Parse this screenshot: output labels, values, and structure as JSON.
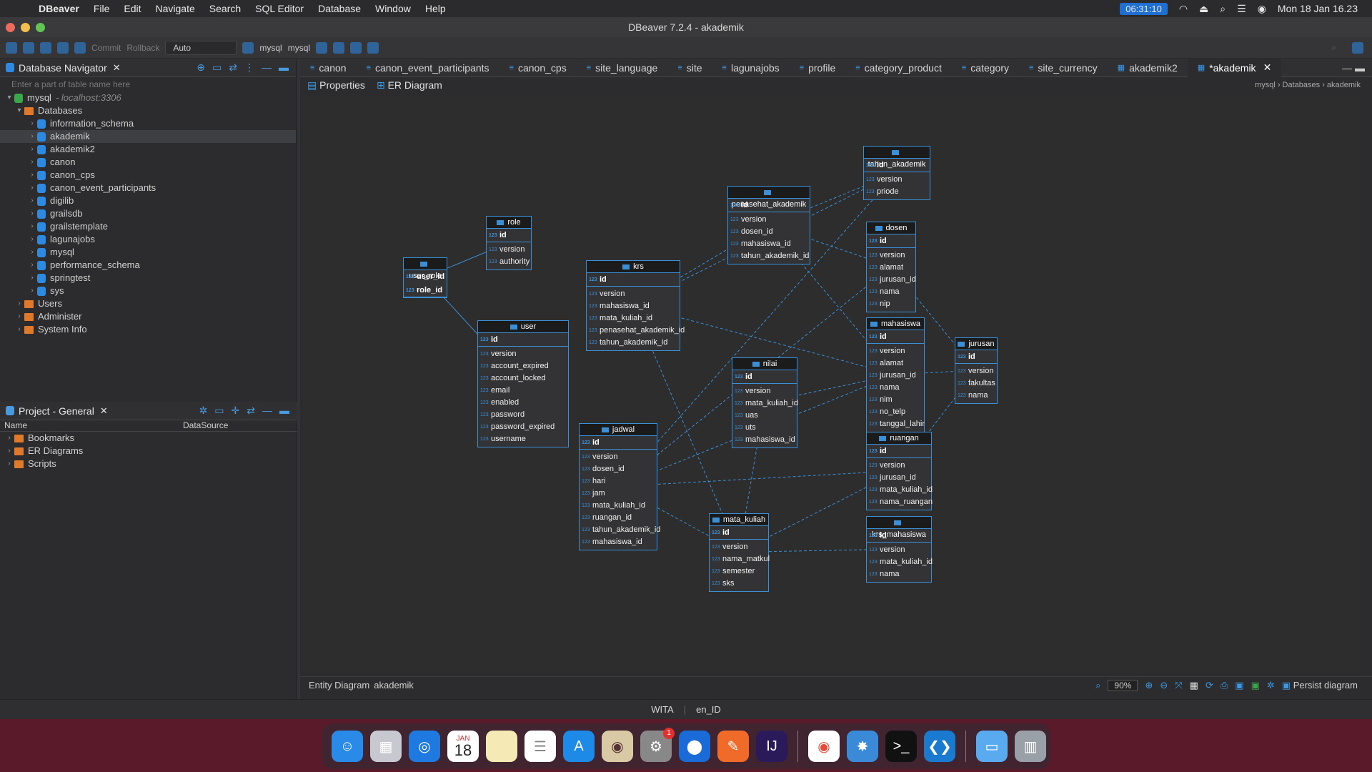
{
  "menubar": {
    "app_name": "DBeaver",
    "items": [
      "File",
      "Edit",
      "Navigate",
      "Search",
      "SQL Editor",
      "Database",
      "Window",
      "Help"
    ],
    "clock_box": "06:31:10",
    "datetime": "Mon 18 Jan  16.23"
  },
  "window": {
    "title": "DBeaver 7.2.4 - akademik"
  },
  "toolbar": {
    "commit": "Commit",
    "rollback": "Rollback",
    "mode": "Auto",
    "ds1": "mysql",
    "ds2": "mysql"
  },
  "navigator": {
    "title": "Database Navigator",
    "filter_placeholder": "Enter a part of table name here",
    "root": "mysql",
    "root_host": "- localhost:3306",
    "databases_label": "Databases",
    "databases": [
      "information_schema",
      "akademik",
      "akademik2",
      "canon",
      "canon_cps",
      "canon_event_participants",
      "digilib",
      "grailsdb",
      "grailstemplate",
      "lagunajobs",
      "mysql",
      "performance_schema",
      "springtest",
      "sys"
    ],
    "other_folders": [
      "Users",
      "Administer",
      "System Info"
    ]
  },
  "project": {
    "title": "Project - General",
    "col_name": "Name",
    "col_datasource": "DataSource",
    "items": [
      "Bookmarks",
      "ER Diagrams",
      "Scripts"
    ]
  },
  "editor": {
    "tabs": [
      "canon",
      "canon_event_participants",
      "canon_cps",
      "site_language",
      "site",
      "lagunajobs",
      "profile",
      "category_product",
      "category",
      "site_currency",
      "akademik2",
      "*akademik"
    ],
    "subtabs": [
      "Properties",
      "ER Diagram"
    ],
    "breadcrumb": "mysql › Databases › akademik",
    "status_left": "Entity Diagram",
    "status_db": "akademik",
    "zoom": "90%",
    "persist": "Persist diagram"
  },
  "entities": {
    "user_role": {
      "title": "user_role",
      "pk": [
        "user_id",
        "role_id"
      ],
      "cols": []
    },
    "role": {
      "title": "role",
      "pk": [
        "id"
      ],
      "cols": [
        "version",
        "authority"
      ]
    },
    "user": {
      "title": "user",
      "pk": [
        "id"
      ],
      "cols": [
        "version",
        "account_expired",
        "account_locked",
        "email",
        "enabled",
        "password",
        "password_expired",
        "username"
      ]
    },
    "krs": {
      "title": "krs",
      "pk": [
        "id"
      ],
      "cols": [
        "version",
        "mahasiswa_id",
        "mata_kuliah_id",
        "penasehat_akademik_id",
        "tahun_akademik_id"
      ]
    },
    "penasehat_akademik": {
      "title": "penasehat_akademik",
      "pk": [
        "id"
      ],
      "cols": [
        "version",
        "dosen_id",
        "mahasiswa_id",
        "tahun_akademik_id"
      ]
    },
    "tahun_akademik": {
      "title": "tahun_akademik",
      "pk": [
        "id"
      ],
      "cols": [
        "version",
        "priode"
      ]
    },
    "dosen": {
      "title": "dosen",
      "pk": [
        "id"
      ],
      "cols": [
        "version",
        "alamat",
        "jurusan_id",
        "nama",
        "nip"
      ]
    },
    "mahasiswa": {
      "title": "mahasiswa",
      "pk": [
        "id"
      ],
      "cols": [
        "version",
        "alamat",
        "jurusan_id",
        "nama",
        "nim",
        "no_telp",
        "tanggal_lahir"
      ]
    },
    "jurusan": {
      "title": "jurusan",
      "pk": [
        "id"
      ],
      "cols": [
        "version",
        "fakultas",
        "nama"
      ]
    },
    "nilai": {
      "title": "nilai",
      "pk": [
        "id"
      ],
      "cols": [
        "version",
        "mata_kuliah_id",
        "uas",
        "uts",
        "mahasiswa_id"
      ]
    },
    "jadwal": {
      "title": "jadwal",
      "pk": [
        "id"
      ],
      "cols": [
        "version",
        "dosen_id",
        "hari",
        "jam",
        "mata_kuliah_id",
        "ruangan_id",
        "tahun_akademik_id",
        "mahasiswa_id"
      ]
    },
    "ruangan": {
      "title": "ruangan",
      "pk": [
        "id"
      ],
      "cols": [
        "version",
        "jurusan_id",
        "mata_kuliah_id",
        "nama_ruangan"
      ]
    },
    "mata_kuliah": {
      "title": "mata_kuliah",
      "pk": [
        "id"
      ],
      "cols": [
        "version",
        "nama_matkul",
        "semester",
        "sks"
      ]
    },
    "krs_mahasiswa": {
      "title": "krs_mahasiswa",
      "pk": [
        "id"
      ],
      "cols": [
        "version",
        "mata_kuliah_id",
        "nama"
      ]
    }
  },
  "statusbar": {
    "timezone": "WITA",
    "locale": "en_ID"
  },
  "dock": {
    "calendar_month": "JAN",
    "calendar_day": "18",
    "settings_badge": "1",
    "apps": [
      "finder-icon",
      "launchpad-icon",
      "safari-icon",
      "calendar-icon",
      "notes-icon",
      "reminders-icon",
      "app-store-icon",
      "dbeaver-icon",
      "system-preferences-icon",
      "maps-icon",
      "postman-icon",
      "intellij-icon",
      "chrome-icon",
      "kubernetes-icon",
      "terminal-icon",
      "vscode-icon",
      "downloads-icon",
      "trash-icon"
    ]
  }
}
